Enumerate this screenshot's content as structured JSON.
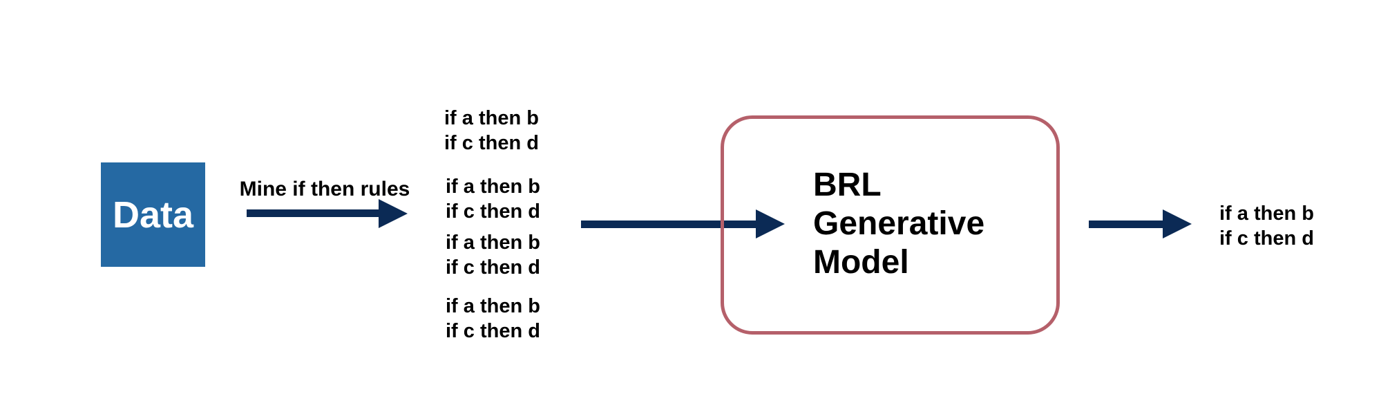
{
  "colors": {
    "data_box": "#2569a3",
    "arrow": "#0b2a55",
    "model_border": "#b5606a"
  },
  "data_box": {
    "label": "Data"
  },
  "mine_step": {
    "label": "Mine if then rules"
  },
  "rule_groups": [
    {
      "line1": "if a then b",
      "line2": "if c then d"
    },
    {
      "line1": "if a then b",
      "line2": "if c then d"
    },
    {
      "line1": "if a then b",
      "line2": "if c then d"
    },
    {
      "line1": "if a then b",
      "line2": "if c then d"
    }
  ],
  "model": {
    "line1": "BRL",
    "line2": "Generative",
    "line3": "Model"
  },
  "output_rules": {
    "line1": "if a then b",
    "line2": "if c then d"
  }
}
